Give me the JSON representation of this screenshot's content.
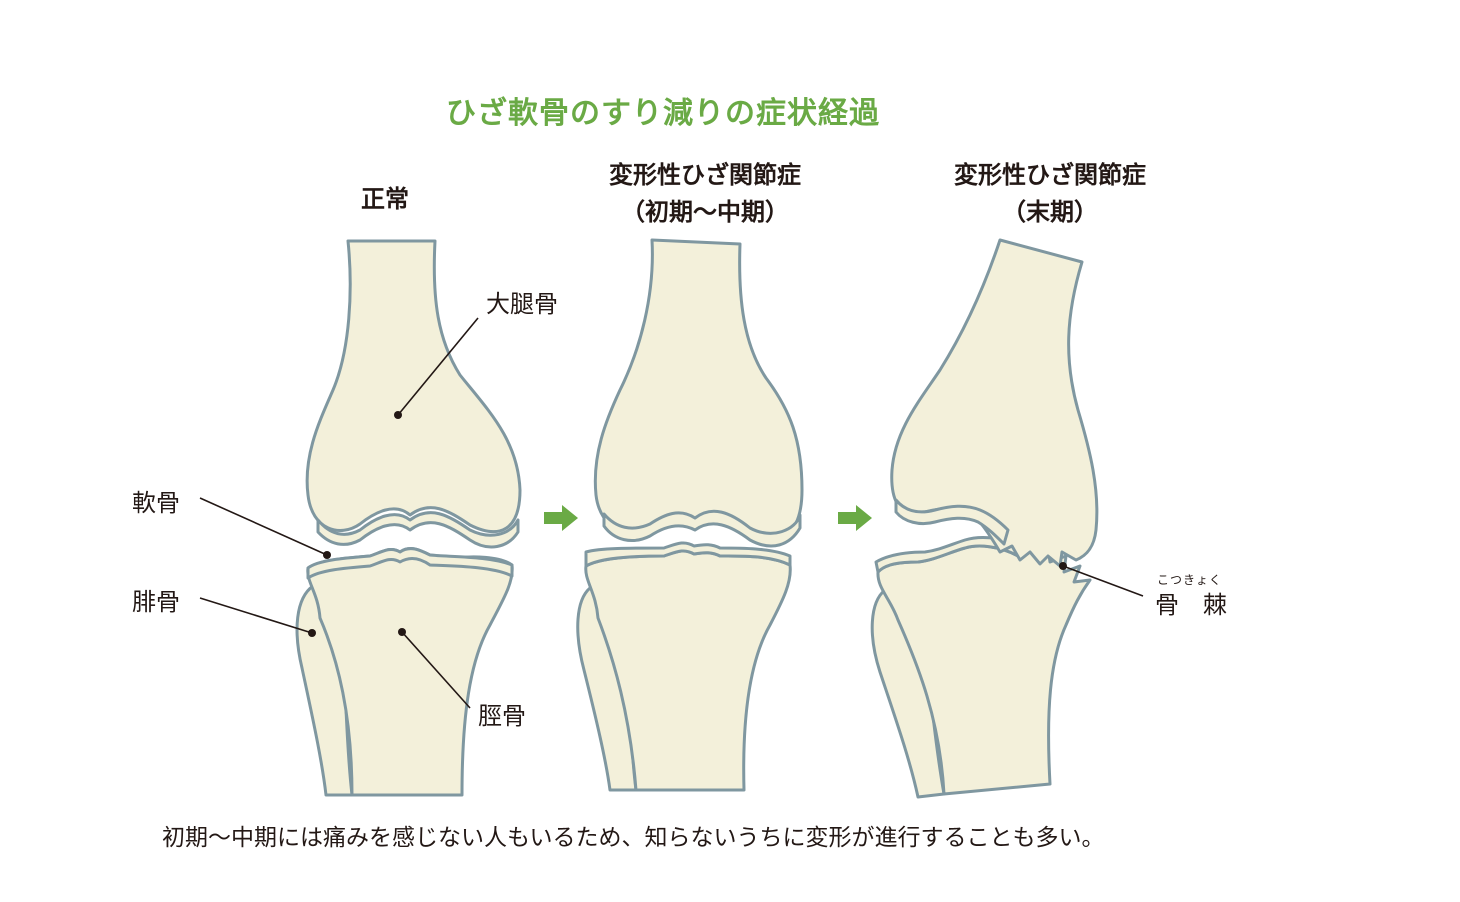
{
  "title": "ひざ軟骨のすり減りの症状経過",
  "stages": [
    {
      "line1": "正常",
      "line2": ""
    },
    {
      "line1": "変形性ひざ関節症",
      "line2": "（初期〜中期）"
    },
    {
      "line1": "変形性ひざ関節症",
      "line2": "（末期）"
    }
  ],
  "labels": {
    "femur": "大腿骨",
    "cartilage": "軟骨",
    "fibula": "腓骨",
    "tibia": "脛骨",
    "osteophyte": "骨　棘",
    "osteophyte_ruby": "こつきょく"
  },
  "caption": "初期〜中期には痛みを感じない人もいるため、知らないうちに変形が進行することも多い。",
  "colors": {
    "title": "#6aaa45",
    "arrow": "#6aaa45",
    "bone_fill": "#f3f0da",
    "bone_outline": "#7f97a0"
  }
}
